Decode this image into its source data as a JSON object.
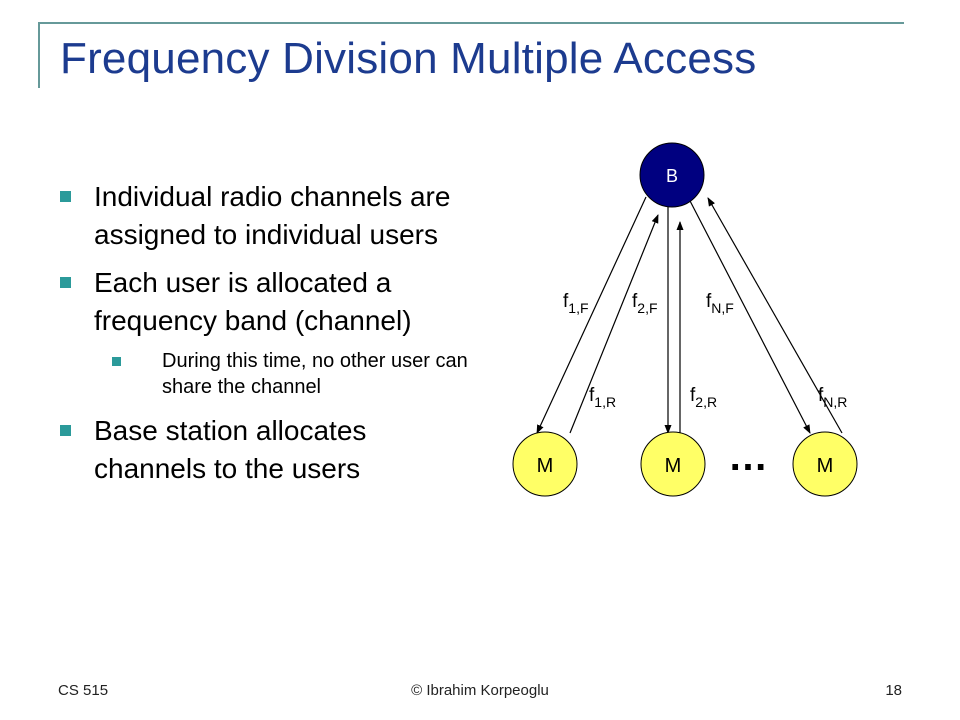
{
  "slide": {
    "title": "Frequency Division Multiple Access",
    "bullets": [
      "Individual radio channels are assigned to individual users",
      "Each user is allocated a frequency band (channel)",
      "Base station allocates channels to the users"
    ],
    "sub_bullets": [
      "During this time, no other user can share the channel"
    ],
    "accent_color": "#2b9a9a",
    "title_color": "#1c3b8f"
  },
  "diagram": {
    "base_label": "B",
    "mobile_labels": [
      "M",
      "M",
      "M"
    ],
    "ellipsis": "…",
    "freq_labels": {
      "f1F": {
        "main": "f",
        "sub": "1,F"
      },
      "f2F": {
        "main": "f",
        "sub": "2,F"
      },
      "fNF": {
        "main": "f",
        "sub": "N,F"
      },
      "f1R": {
        "main": "f",
        "sub": "1,R"
      },
      "f2R": {
        "main": "f",
        "sub": "2,R"
      },
      "fNR": {
        "main": "f",
        "sub": "N,R"
      }
    },
    "base_color": "#000080",
    "mobile_color": "#ffff66"
  },
  "footer": {
    "left": "CS 515",
    "center": "© Ibrahim Korpeoglu",
    "right": "18"
  }
}
